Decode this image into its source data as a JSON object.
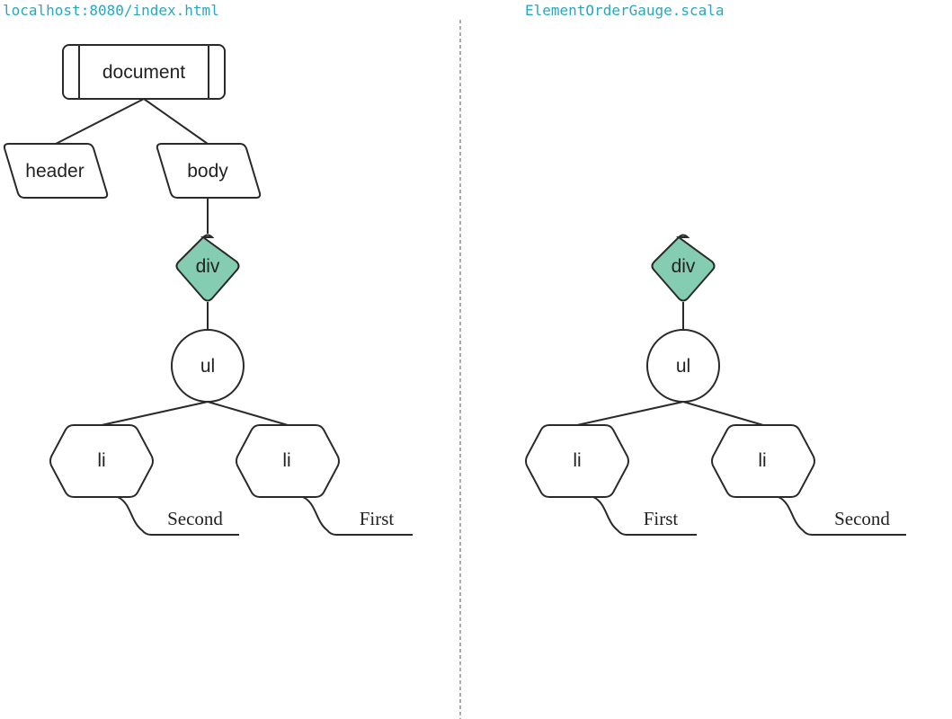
{
  "captions": {
    "left": "localhost:8080/index.html",
    "right": "ElementOrderGauge.scala"
  },
  "colors": {
    "caption": "#2aa7bd",
    "accent_fill": "#84cdb2",
    "stroke": "#2a2a2a",
    "divider": "#555555"
  },
  "left_tree": {
    "document": "document",
    "header": "header",
    "body": "body",
    "div": "div",
    "ul": "ul",
    "li_1": "li",
    "li_2": "li",
    "li_1_text": "Second",
    "li_2_text": "First"
  },
  "right_tree": {
    "div": "div",
    "ul": "ul",
    "li_1": "li",
    "li_2": "li",
    "li_1_text": "First",
    "li_2_text": "Second"
  }
}
